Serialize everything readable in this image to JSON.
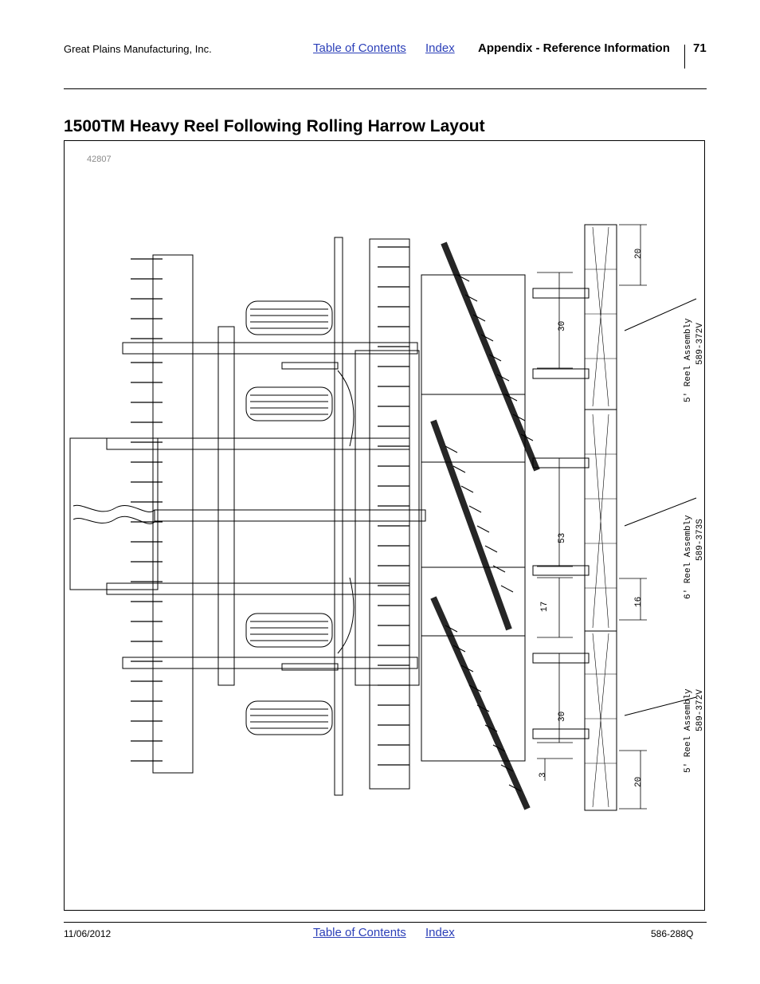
{
  "header": {
    "company": "Great Plains Manufacturing, Inc.",
    "toc_link": "Table of Contents",
    "index_link": "Index",
    "section": "Appendix - Reference Information",
    "page_number": "71"
  },
  "title": "1500TM Heavy Reel Following Rolling Harrow Layout",
  "figure": {
    "number": "42807",
    "dimensions": [
      "20",
      "30",
      "53",
      "17",
      "16",
      "30",
      "20",
      "3"
    ],
    "callouts": [
      {
        "line1": "5' Reel Assembly",
        "line2": "589-372V"
      },
      {
        "line1": "6' Reel Assembly",
        "line2": "589-373S"
      },
      {
        "line1": "5' Reel Assembly",
        "line2": "589-372V"
      }
    ]
  },
  "footer": {
    "date": "11/06/2012",
    "toc_link": "Table of Contents",
    "index_link": "Index",
    "doc_number": "586-288Q"
  }
}
